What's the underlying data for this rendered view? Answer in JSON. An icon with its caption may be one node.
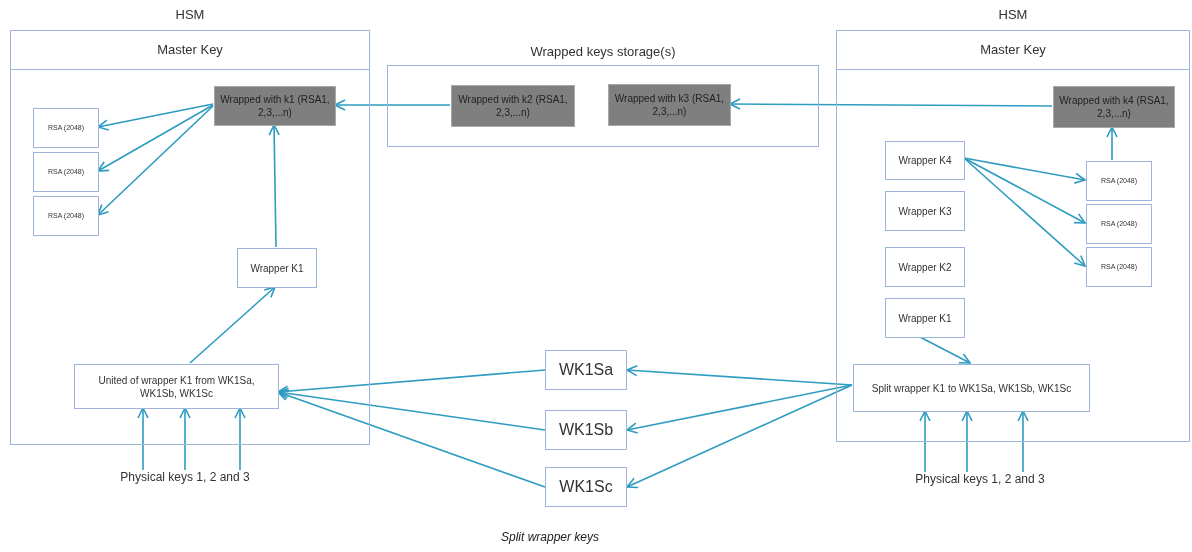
{
  "diagram": {
    "nodes": [
      {
        "text": [
          "HSM",
          "Master Key"
        ]
      },
      {
        "text": [
          "Wrapped with k1 (RSA1, 2,3,...n)"
        ],
        "in": 0
      },
      {
        "text": [
          "RSA (2048)"
        ],
        "in": 0
      },
      {
        "text": [
          "RSA (2048)"
        ],
        "in": 0
      },
      {
        "text": [
          "RSA (2048)"
        ],
        "in": 0
      },
      {
        "text": [
          "Wrapper K1"
        ],
        "in": 0
      },
      {
        "text": [
          "United of wrapper K1 from WK1Sa, WK1Sb, WK1Sc"
        ],
        "in": 0
      },
      {
        "text": [
          "Physical keys 1, 2 and 3"
        ]
      },
      {
        "text": [
          "Wrapped keys storage(s)"
        ]
      },
      {
        "text": [
          "Wrapped with k2 (RSA1, 2,3,...n)"
        ],
        "in": 8
      },
      {
        "text": [
          "Wrapped with k3 (RSA1, 2,3,...n)"
        ],
        "in": 8
      },
      {
        "text": [
          "WK1Sa"
        ]
      },
      {
        "text": [
          "WK1Sb"
        ]
      },
      {
        "text": [
          "WK1Sc"
        ]
      },
      {
        "text": [
          "HSM",
          "Master Key"
        ]
      },
      {
        "text": [
          "Wrapped with k4 (RSA1, 2,3,...n)"
        ],
        "in": 14
      },
      {
        "text": [
          "Wrapper K4"
        ],
        "in": 14
      },
      {
        "text": [
          "Wrapper K3"
        ],
        "in": 14
      },
      {
        "text": [
          "Wrapper K2"
        ],
        "in": 14
      },
      {
        "text": [
          "Wrapper K1"
        ],
        "in": 14
      },
      {
        "text": [
          "RSA (2048)"
        ],
        "in": 14
      },
      {
        "text": [
          "RSA (2048)"
        ],
        "in": 14
      },
      {
        "text": [
          "RSA (2048)"
        ],
        "in": 14
      },
      {
        "text": [
          "Split wrapper K1 to WK1Sa, WK1Sb, WK1Sc"
        ],
        "in": 14
      },
      {
        "text": [
          "Physical keys 1, 2 and 3"
        ]
      }
    ],
    "edges": [
      {
        "from": 1,
        "to": 2,
        "arrow": "to"
      },
      {
        "from": 1,
        "to": 3,
        "arrow": "to"
      },
      {
        "from": 1,
        "to": 4,
        "arrow": "to"
      },
      {
        "from": 5,
        "to": 1,
        "arrow": "to"
      },
      {
        "from": 6,
        "to": 5,
        "arrow": "to"
      },
      {
        "from": 7,
        "to": 6,
        "arrow": "to"
      },
      {
        "from": 7,
        "to": 6,
        "arrow": "to"
      },
      {
        "from": 7,
        "to": 6,
        "arrow": "to"
      },
      {
        "from": 9,
        "to": 1,
        "arrow": "to"
      },
      {
        "from": 15,
        "to": 10,
        "arrow": "to"
      },
      {
        "from": 11,
        "to": 6,
        "arrow": "to"
      },
      {
        "from": 12,
        "to": 6,
        "arrow": "to"
      },
      {
        "from": 13,
        "to": 6,
        "arrow": "to"
      },
      {
        "from": 23,
        "to": 11,
        "arrow": "to"
      },
      {
        "from": 23,
        "to": 12,
        "arrow": "to"
      },
      {
        "from": 23,
        "to": 13,
        "arrow": "to"
      },
      {
        "from": 19,
        "to": 23,
        "arrow": "to"
      },
      {
        "from": 16,
        "to": 20,
        "arrow": "to"
      },
      {
        "from": 16,
        "to": 21,
        "arrow": "to"
      },
      {
        "from": 16,
        "to": 22,
        "arrow": "to"
      },
      {
        "from": 20,
        "to": 15,
        "arrow": "to"
      },
      {
        "from": 24,
        "to": 23,
        "arrow": "to"
      },
      {
        "from": 24,
        "to": 23,
        "arrow": "to"
      },
      {
        "from": 24,
        "to": 23,
        "arrow": "to"
      }
    ],
    "labels": [
      "Split wrapper keys"
    ]
  }
}
